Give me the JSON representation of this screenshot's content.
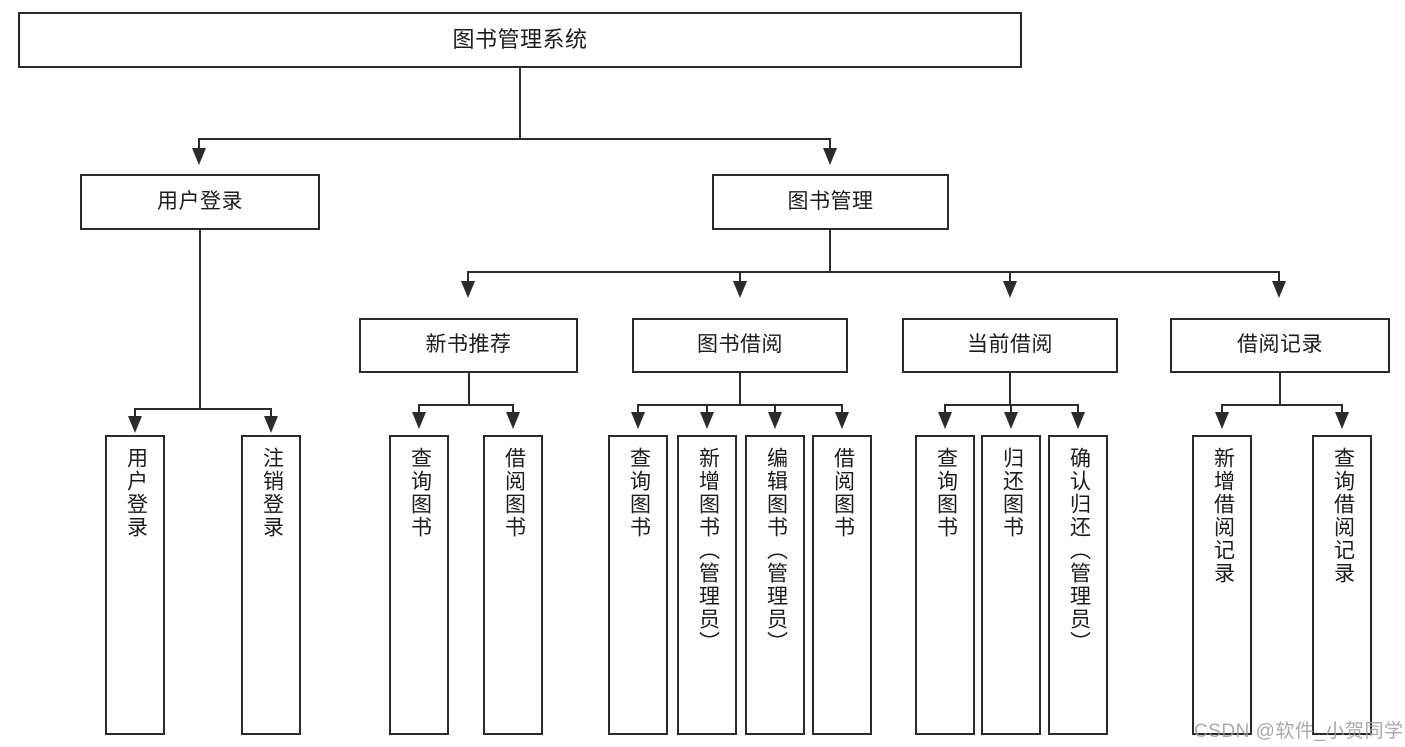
{
  "diagram": {
    "title": "图书管理系统",
    "type": "hierarchy-tree",
    "root": {
      "id": "root",
      "label": "图书管理系统"
    },
    "level2": [
      {
        "id": "user-login",
        "label": "用户登录"
      },
      {
        "id": "book-management",
        "label": "图书管理"
      }
    ],
    "level3": [
      {
        "id": "new-book-recommend",
        "label": "新书推荐",
        "parent": "book-management"
      },
      {
        "id": "book-borrow",
        "label": "图书借阅",
        "parent": "book-management"
      },
      {
        "id": "current-borrow",
        "label": "当前借阅",
        "parent": "book-management"
      },
      {
        "id": "borrow-record",
        "label": "借阅记录",
        "parent": "book-management"
      }
    ],
    "leaves": {
      "user_login": [
        {
          "id": "leaf-user-login",
          "label": "用户登录"
        },
        {
          "id": "leaf-user-logout",
          "label": "注销登录"
        }
      ],
      "new_book_recommend": [
        {
          "id": "leaf-query-book-1",
          "label": "查询图书"
        },
        {
          "id": "leaf-borrow-book-1",
          "label": "借阅图书"
        }
      ],
      "book_borrow": [
        {
          "id": "leaf-query-book-2",
          "label": "查询图书"
        },
        {
          "id": "leaf-add-book",
          "label": "新增图书（管理员）"
        },
        {
          "id": "leaf-edit-book",
          "label": "编辑图书（管理员）"
        },
        {
          "id": "leaf-borrow-book-2",
          "label": "借阅图书"
        }
      ],
      "current_borrow": [
        {
          "id": "leaf-query-book-3",
          "label": "查询图书"
        },
        {
          "id": "leaf-return-book",
          "label": "归还图书"
        },
        {
          "id": "leaf-confirm-return",
          "label": "确认归还（管理员）"
        }
      ],
      "borrow_record": [
        {
          "id": "leaf-add-record",
          "label": "新增借阅记录"
        },
        {
          "id": "leaf-query-record",
          "label": "查询借阅记录"
        }
      ]
    }
  },
  "watermark": {
    "text": "CSDN @软件_小贺同学"
  },
  "colors": {
    "stroke": "#2b2b2b",
    "background": "#ffffff",
    "text": "#1c1c1c",
    "watermark": "#9b9b9b"
  }
}
